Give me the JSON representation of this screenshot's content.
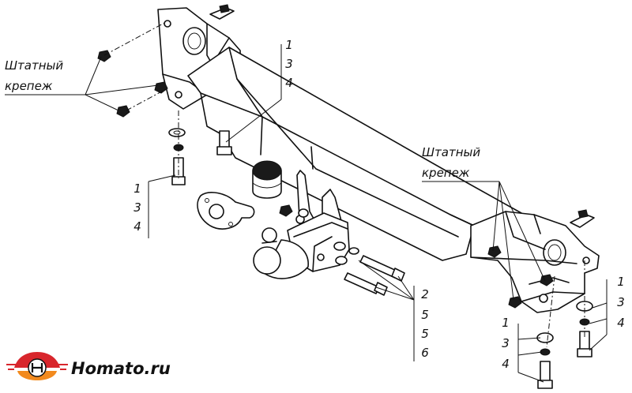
{
  "labels": {
    "mount_left": "Штатный крепеж",
    "mount_right": "Штатный крепеж"
  },
  "callouts": {
    "top_center": [
      "1",
      "3",
      "4"
    ],
    "left": [
      "1",
      "3",
      "4"
    ],
    "bolts": [
      "2",
      "5",
      "5",
      "6"
    ],
    "bottom_right_inner": [
      "1",
      "3",
      "4"
    ],
    "bottom_right_outer": [
      "1",
      "3",
      "4"
    ]
  },
  "brand": {
    "name": "Homato.ru",
    "colors": {
      "red": "#d8262c",
      "orange": "#f28a1e",
      "ink": "#111111"
    }
  }
}
